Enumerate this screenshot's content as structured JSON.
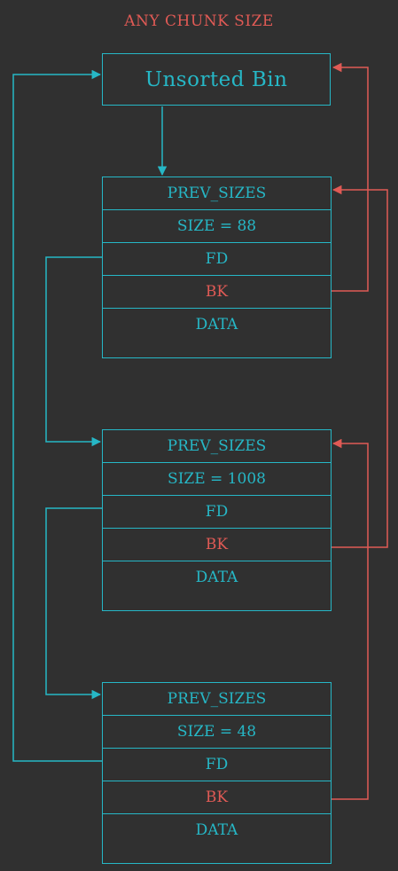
{
  "title": "ANY CHUNK SIZE",
  "bin_label": "Unsorted Bin",
  "chunks": [
    {
      "prev_size": "PREV_SIZES",
      "size": "SIZE = 88",
      "fd": "FD",
      "bk": "BK",
      "data": "DATA"
    },
    {
      "prev_size": "PREV_SIZES",
      "size": "SIZE = 1008",
      "fd": "FD",
      "bk": "BK",
      "data": "DATA"
    },
    {
      "prev_size": "PREV_SIZES",
      "size": "SIZE = 48",
      "fd": "FD",
      "bk": "BK",
      "data": "DATA"
    }
  ],
  "colors": {
    "background": "#303030",
    "fd_link": "#26b7c6",
    "bk_link": "#e05a55"
  }
}
